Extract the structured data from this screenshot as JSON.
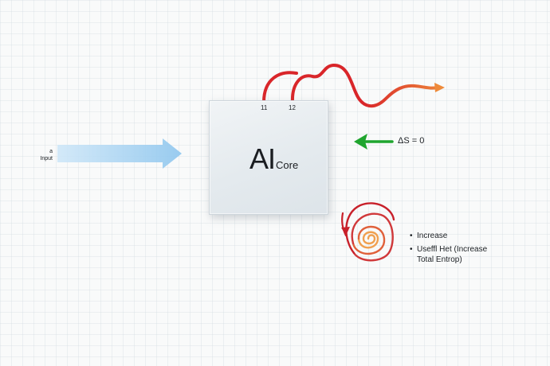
{
  "core": {
    "title_main": "AI",
    "title_sub": "Core",
    "pin_1": "11",
    "pin_2": "12"
  },
  "input": {
    "line_1": "a",
    "line_2": "Input"
  },
  "equation": {
    "text": "ΔS = 0"
  },
  "bullets": {
    "item_1": "Increase",
    "item_2_line_1": "Useffl Het (Increase",
    "item_2_line_2": "Total Entrop)"
  },
  "colors": {
    "input_arrow": "#a7d3f1",
    "feedback_arrow": "#1fa52e",
    "wire_start": "#d9262a",
    "wire_end": "#ee8a3a",
    "spiral_inner": "#f0a050",
    "spiral_outer": "#c8202a"
  },
  "icons": {
    "input_arrow": "arrow-right-icon",
    "feedback_arrow": "arrow-left-icon",
    "spiral": "spiral-icon"
  }
}
